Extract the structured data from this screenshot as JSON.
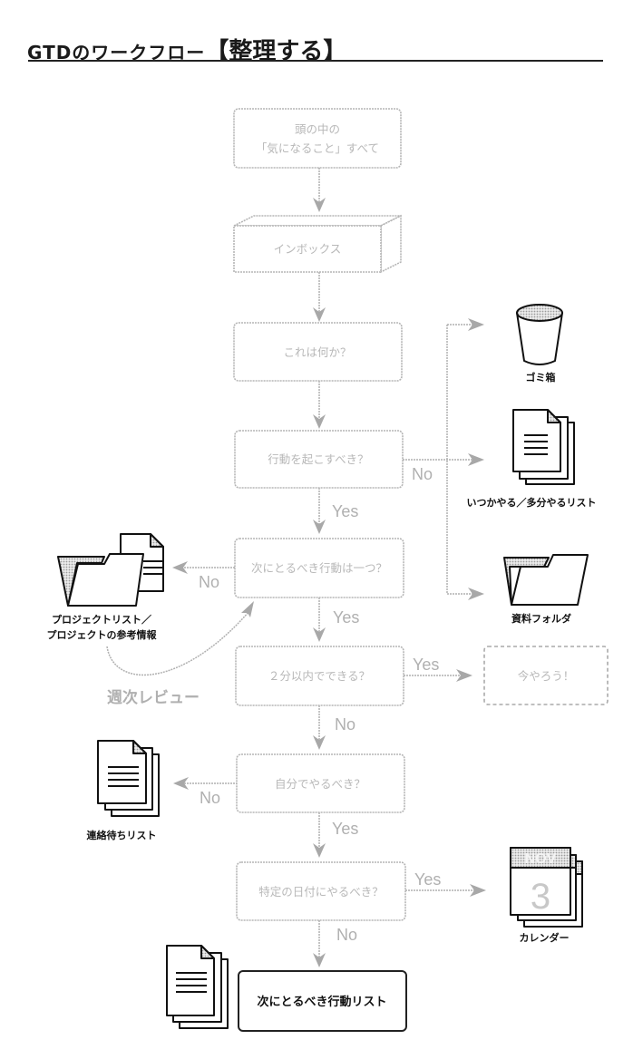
{
  "title": {
    "prefix": "GTDのワークフロー",
    "emphasis": "【整理する】"
  },
  "flow": {
    "start": {
      "line1": "頭の中の",
      "line2": "「気になること」すべて"
    },
    "inbox": "インボックス",
    "what_is_it": "これは何か？",
    "actionable": "行動を起こすべき？",
    "single_action": "次にとるべき行動は一つ？",
    "two_minutes": "２分以内でできる？",
    "do_now": "今やろう！",
    "do_myself": "自分でやるべき？",
    "specific_date": "特定の日付にやるべき？",
    "next_actions": "次にとるべき行動リスト"
  },
  "branch_labels": {
    "actionable_no": "No",
    "actionable_yes": "Yes",
    "single_no": "No",
    "single_yes": "Yes",
    "two_min_yes": "Yes",
    "two_min_no": "No",
    "myself_no": "No",
    "myself_yes": "Yes",
    "date_yes": "Yes",
    "date_no": "No"
  },
  "destinations": {
    "trash": "ゴミ箱",
    "someday": "いつかやる／多分やるリスト",
    "reference": "資料フォルダ",
    "projects_line1": "プロジェクトリスト／",
    "projects_line2": "プロジェクトの参考情報",
    "waiting_for": "連絡待ちリスト",
    "calendar": "カレンダー",
    "calendar_month": "NOV",
    "calendar_day": "3"
  },
  "weekly_review": "週次レビュー"
}
